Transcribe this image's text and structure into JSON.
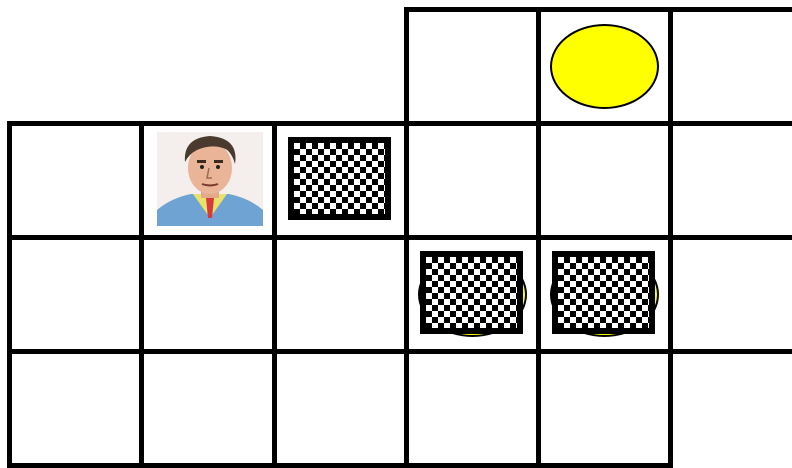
{
  "board": {
    "cols": 6,
    "rows": 4,
    "floor_cells": [
      [
        0,
        3
      ],
      [
        0,
        4
      ],
      [
        0,
        5
      ],
      [
        1,
        0
      ],
      [
        1,
        1
      ],
      [
        1,
        2
      ],
      [
        1,
        3
      ],
      [
        1,
        4
      ],
      [
        1,
        5
      ],
      [
        2,
        0
      ],
      [
        2,
        1
      ],
      [
        2,
        2
      ],
      [
        2,
        3
      ],
      [
        2,
        4
      ],
      [
        2,
        5
      ],
      [
        3,
        0
      ],
      [
        3,
        1
      ],
      [
        3,
        2
      ],
      [
        3,
        3
      ],
      [
        3,
        4
      ]
    ],
    "goals": [
      [
        0,
        4
      ],
      [
        2,
        3
      ],
      [
        2,
        4
      ]
    ],
    "boxes": [
      [
        1,
        2
      ],
      [
        2,
        3
      ],
      [
        2,
        4
      ]
    ],
    "player": [
      1,
      1
    ]
  },
  "colors": {
    "goal": "#ffff00",
    "grid_line": "#000000",
    "floor": "#ffffff"
  },
  "icons": {
    "player": "player-man-portrait",
    "box": "checkered-crate",
    "goal": "yellow-goal-circle"
  }
}
